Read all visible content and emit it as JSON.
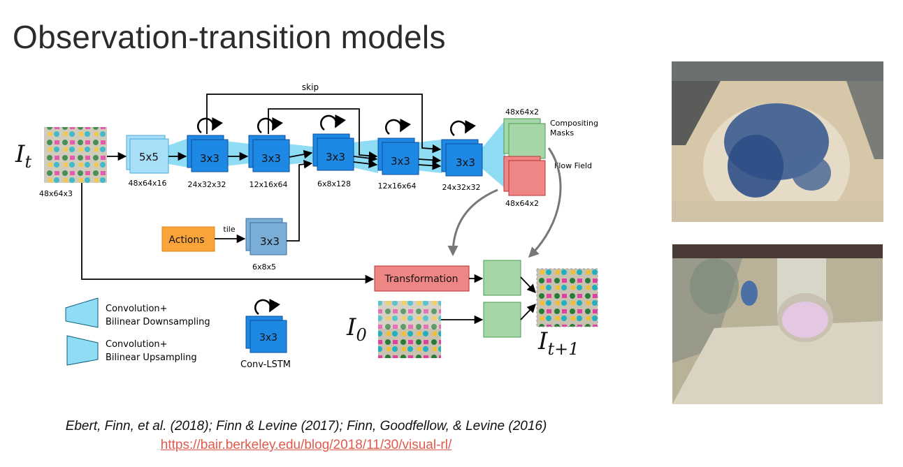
{
  "slide": {
    "title": "Observation-transition models",
    "citation": "Ebert, Finn, et al. (2018); Finn & Levine (2017); Finn, Goodfellow, & Levine (2016)",
    "link": "https://bair.berkeley.edu/blog/2018/11/30/visual-rl/"
  },
  "diagram": {
    "input_label": "I",
    "input_subscript": "t",
    "input_dim": "48x64x3",
    "layers": [
      {
        "kernel": "5x5",
        "dim": "48x64x16"
      },
      {
        "kernel": "3x3",
        "dim": "24x32x32"
      },
      {
        "kernel": "3x3",
        "dim": "12x16x64"
      },
      {
        "kernel": "3x3",
        "dim": "6x8x128"
      },
      {
        "kernel": "3x3",
        "dim": "12x16x64"
      },
      {
        "kernel": "3x3",
        "dim": "24x32x32"
      }
    ],
    "skip_label": "skip",
    "mask_dim": "48x64x2",
    "mask_label_line1": "Compositing",
    "mask_label_line2": "Masks",
    "flow_label": "Flow Field",
    "flow_dim": "48x64x2",
    "actions_label": "Actions",
    "tile_label": "tile",
    "action_kernel": "3x3",
    "action_dim": "6x8x5",
    "transformation_label": "Transformation",
    "i0_label": "I",
    "i0_subscript": "0",
    "output_label": "I",
    "output_subscript": "t+1",
    "legend": {
      "down_line1": "Convolution+",
      "down_line2": "Bilinear Downsampling",
      "up_line1": "Convolution+",
      "up_line2": "Bilinear Upsampling",
      "lstm_kernel": "3x3",
      "lstm_label": "Conv-LSTM"
    }
  },
  "colors": {
    "conv_blue": "#1e88e5",
    "conv_light": "#a8dff8",
    "funnel": "#8fdcf5",
    "mask_green": "#a5d6a7",
    "flow_red": "#ef8686",
    "actions_orange": "#f9a43a",
    "action_block": "#7aaed6",
    "link_red": "#e05a4c"
  }
}
